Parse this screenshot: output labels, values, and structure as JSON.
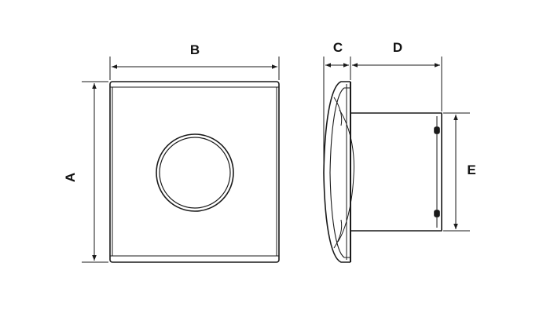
{
  "labels": {
    "height_front": "A",
    "width_front": "B",
    "depth_cover": "C",
    "depth_body": "D",
    "diameter_duct": "E"
  },
  "colors": {
    "line": "#1a1a1a",
    "background": "#ffffff"
  }
}
